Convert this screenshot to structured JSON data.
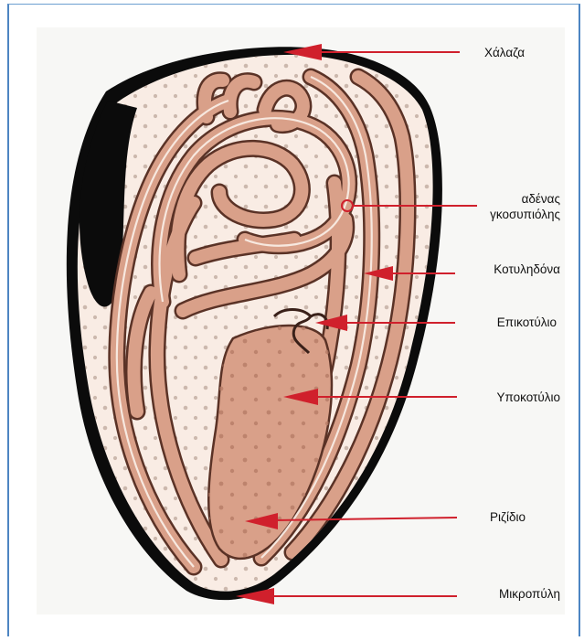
{
  "labels": {
    "chalaza": "Χάλαζα",
    "gland_line1": "αδένας",
    "gland_line2": "γκοσυπιόλης",
    "cotyledon": "Κοτυληδόνα",
    "epicotyl": "Επικοτύλιο",
    "hypocotyl": "Υποκοτύλιο",
    "radicle": "Ριζίδιο",
    "micropyle": "Μικροπύλη"
  },
  "colors": {
    "arrow": "#d0202c",
    "seed_coat": "#0b0b0b",
    "endosperm": "#f9ece4",
    "cotyledon_fill": "#d9a089",
    "cotyledon_edge": "#5a3226",
    "frame": "#4d85c2"
  }
}
